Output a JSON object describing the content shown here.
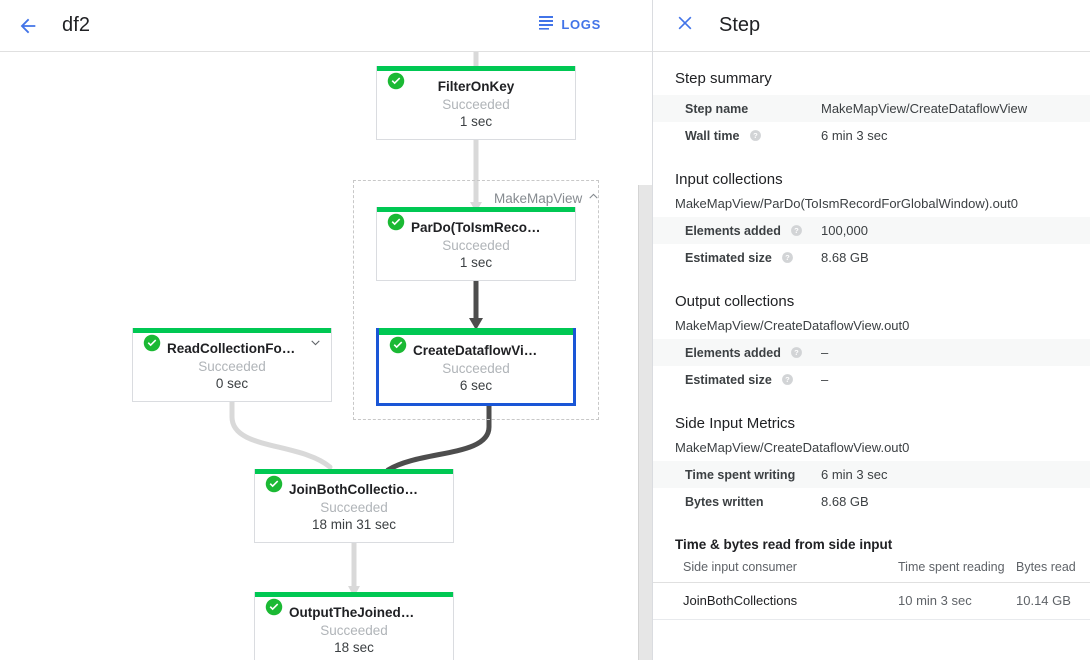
{
  "topbar": {
    "back_icon": "arrow-left-icon",
    "job_title": "df2",
    "logs_icon": "list-lines-icon",
    "logs_label": "LOGS"
  },
  "graph": {
    "group": {
      "label": "MakeMapView",
      "collapse_icon": "chevron-up-icon"
    },
    "nodes": [
      {
        "name": "FilterOnKey",
        "status": "Succeeded",
        "time": "1 sec",
        "selected": false,
        "status_icon": "check-circle-icon",
        "expand_icon": ""
      },
      {
        "name": "ParDo(ToIsmRecordFor…",
        "status": "Succeeded",
        "time": "1 sec",
        "selected": false,
        "status_icon": "check-circle-icon",
        "expand_icon": ""
      },
      {
        "name": "CreateDataflowView",
        "status": "Succeeded",
        "time": "6 sec",
        "selected": true,
        "status_icon": "check-circle-icon",
        "expand_icon": ""
      },
      {
        "name": "ReadCollectionForJoin",
        "status": "Succeeded",
        "time": "0 sec",
        "selected": false,
        "status_icon": "check-circle-icon",
        "expand_icon": "chevron-down-icon"
      },
      {
        "name": "JoinBothCollections",
        "status": "Succeeded",
        "time": "18 min 31 sec",
        "selected": false,
        "status_icon": "check-circle-icon",
        "expand_icon": ""
      },
      {
        "name": "OutputTheJoinedCollec…",
        "status": "Succeeded",
        "time": "18 sec",
        "selected": false,
        "status_icon": "check-circle-icon",
        "expand_icon": ""
      }
    ],
    "status_color": "#00c853",
    "selected_border_color": "#1a56d6"
  },
  "panel": {
    "close_icon": "close-icon",
    "title": "Step",
    "step_summary": {
      "heading": "Step summary",
      "rows": [
        {
          "key": "Step name",
          "value": "MakeMapView/CreateDataflowView",
          "help": false
        },
        {
          "key": "Wall time",
          "value": "6 min 3 sec",
          "help": true
        }
      ]
    },
    "input_collections": {
      "heading": "Input collections",
      "collection": "MakeMapView/ParDo(ToIsmRecordForGlobalWindow).out0",
      "rows": [
        {
          "key": "Elements added",
          "value": "100,000",
          "help": true
        },
        {
          "key": "Estimated size",
          "value": "8.68 GB",
          "help": true
        }
      ]
    },
    "output_collections": {
      "heading": "Output collections",
      "collection": "MakeMapView/CreateDataflowView.out0",
      "rows": [
        {
          "key": "Elements added",
          "value": "–",
          "help": true
        },
        {
          "key": "Estimated size",
          "value": "–",
          "help": true
        }
      ]
    },
    "side_input_metrics": {
      "heading": "Side Input Metrics",
      "collection": "MakeMapView/CreateDataflowView.out0",
      "rows": [
        {
          "key": "Time spent writing",
          "value": "6 min 3 sec",
          "help": false
        },
        {
          "key": "Bytes written",
          "value": "8.68 GB",
          "help": false
        }
      ]
    },
    "side_input_reads": {
      "heading": "Time & bytes read from side input",
      "columns": [
        "Side input consumer",
        "Time spent reading",
        "Bytes read"
      ],
      "rows": [
        [
          "JoinBothCollections",
          "10 min 3 sec",
          "10.14 GB"
        ]
      ]
    }
  }
}
